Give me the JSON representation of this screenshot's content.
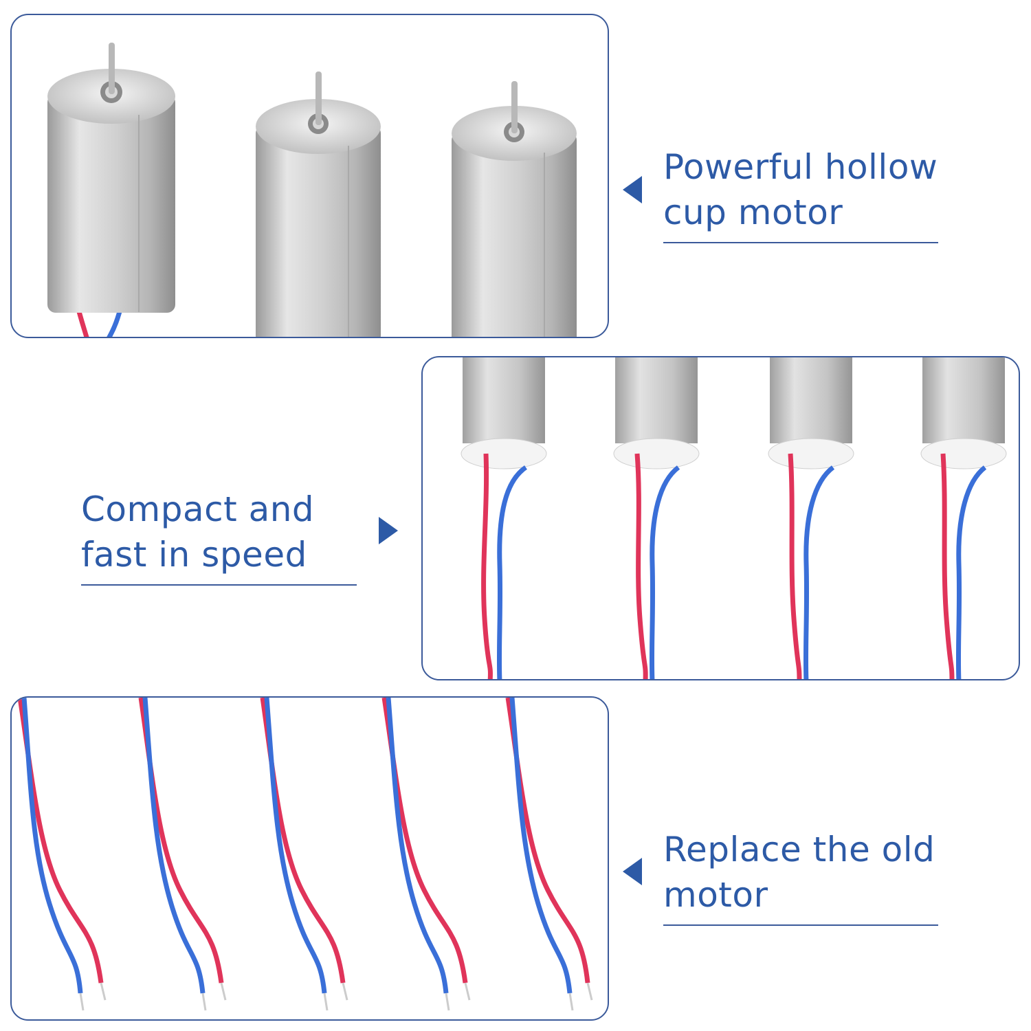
{
  "features": [
    {
      "lines": [
        "Powerful hollow",
        "cup motor"
      ]
    },
    {
      "lines": [
        "Compact and",
        "fast in speed"
      ]
    },
    {
      "lines": [
        "Replace the old",
        "motor"
      ]
    }
  ],
  "colors": {
    "accent": "#2d5aa6",
    "border": "#3b5a9a",
    "wire_red": "#e0345a",
    "wire_blue": "#3a6fd8",
    "motor_silver": "#c9c9c9"
  }
}
